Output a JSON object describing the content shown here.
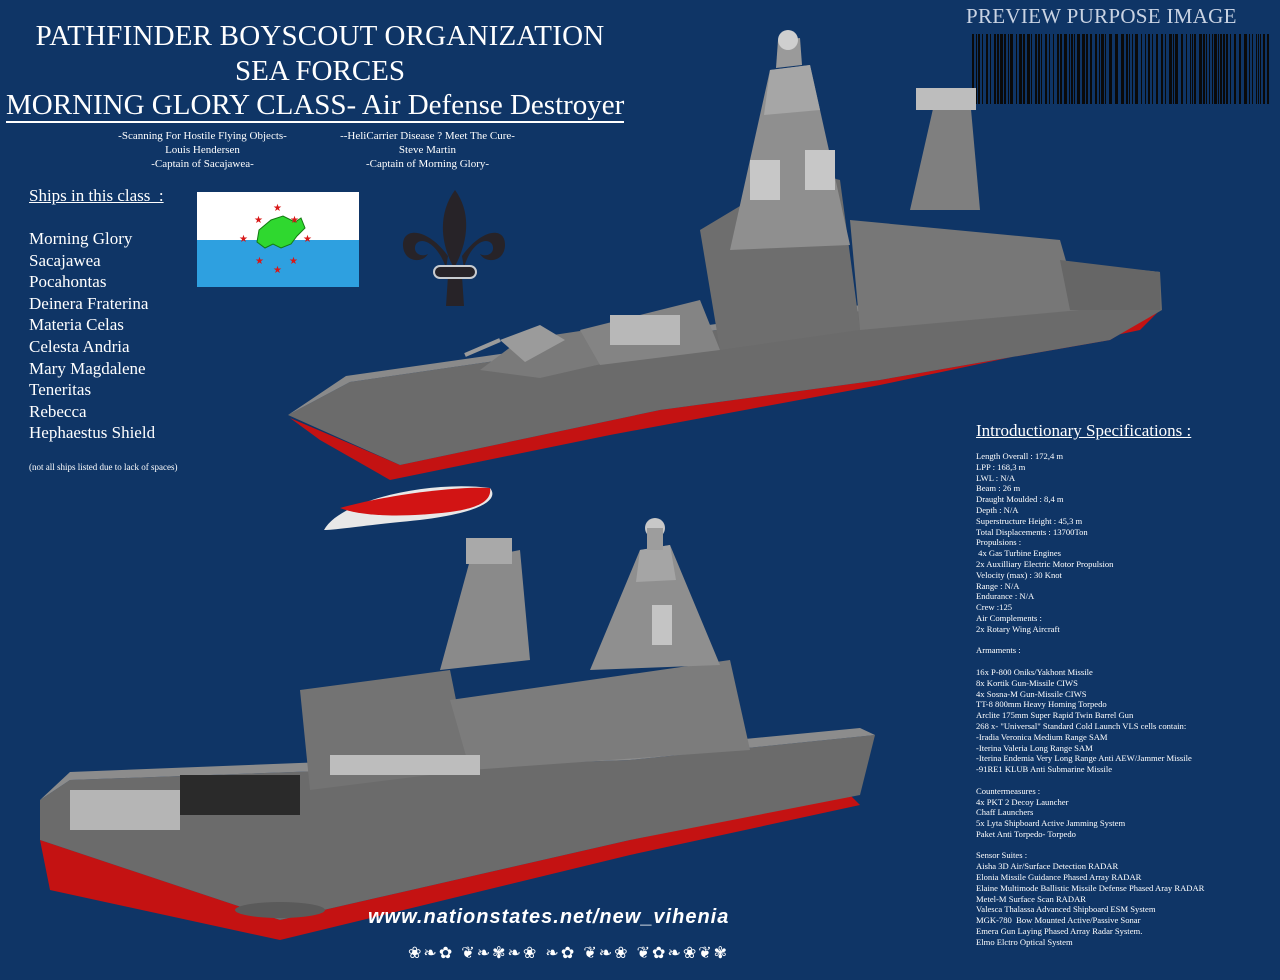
{
  "watermark": "PREVIEW PURPOSE IMAGE",
  "header": {
    "line1": "PATHFINDER BOYSCOUT ORGANIZATION",
    "line2": "SEA FORCES",
    "line3": "MORNING GLORY CLASS- Air Defense Destroyer"
  },
  "quotes": {
    "left": [
      "-Scanning For Hostile Flying Objects-",
      "Louis Hendersen",
      "-Captain of Sacajawea-"
    ],
    "right": [
      "--HeliCarrier Disease ? Meet The Cure-",
      "Steve Martin",
      "-Captain of Morning Glory-"
    ]
  },
  "ships": {
    "heading": "Ships in this class  :",
    "names": [
      "Morning Glory",
      "Sacajawea",
      "Pocahontas",
      "Deinera Fraterina",
      "Materia Celas",
      "Celesta Andria",
      "Mary Magdalene",
      "Teneritas",
      "Rebecca",
      "Hephaestus Shield"
    ],
    "note": "(not all ships listed due to lack of spaces)"
  },
  "specs": {
    "heading": "Introductionary Specifications :",
    "lines": [
      "Length Overall : 172,4 m",
      "LPP : 168,3 m",
      "LWL : N/A",
      "Beam : 26 m",
      "Draught Moulded : 8,4 m",
      "Depth : N/A",
      "Superstructure Height : 45,3 m",
      "Total Displacements : 13700Ton",
      "Propulsions :",
      " 4x Gas Turbine Engines",
      "2x Auxilliary Electric Motor Propulsion",
      "Velocity (max) : 30 Knot",
      "Range : N/A",
      "Endurance : N/A",
      "Crew :125",
      "Air Complements :",
      "2x Rotary Wing Aircraft",
      "",
      "Armaments :",
      "",
      "16x P-800 Oniks/Yakhont Missile",
      "8x Kortik Gun-Missile CIWS",
      "4x Sosna-M Gun-Missile CIWS",
      "TT-8 800mm Heavy Homing Torpedo",
      "Arclite 175mm Super Rapid Twin Barrel Gun",
      "268 x- \"Universal\" Standard Cold Launch VLS cells contain:",
      "-Iradia Veronica Medium Range SAM",
      "-Iterina Valeria Long Range SAM",
      "-Iterina Endemia Very Long Range Anti AEW/Jammer Missile",
      "-91RE1 KLUB Anti Submarine Missile",
      "",
      "Countermeasures :",
      "4x PKT 2 Decoy Launcher",
      "Chaff Launchers",
      "5x Lyta Shipboard Active Jamming System",
      "Paket Anti Torpedo- Torpedo",
      "",
      "Sensor Suites :",
      "Aisha 3D Air/Surface Detection RADAR",
      "Elonia Missile Guidance Phased Array RADAR",
      "Elaine Multimode Ballistic Missile Defense Phased Aray RADAR",
      "Metel-M Surface Scan RADAR",
      "Valesca Thalassa Advanced Shipboard ESM System",
      "MGK-780  Bow Mounted Active/Passive Sonar",
      "Emera Gun Laying Phased Array Radar System.",
      "Elmo Elctro Optical System"
    ]
  },
  "footer": {
    "url": "www.nationstates.net/new_vihenia",
    "signature": "❀❧✿ ❦❧✾❧❀ ❧✿ ❦❧❀ ❦✿❧❀❦✾"
  },
  "colors": {
    "background": "#0f3566",
    "hull_red": "#c41212",
    "hull_grey": "#6b6b6b",
    "flag_blue": "#2ea0e0",
    "flag_green": "#2fd82f",
    "flag_star": "#d81818"
  },
  "icons": [
    "fleur-de-lis-emblem",
    "barcode",
    "flag"
  ]
}
